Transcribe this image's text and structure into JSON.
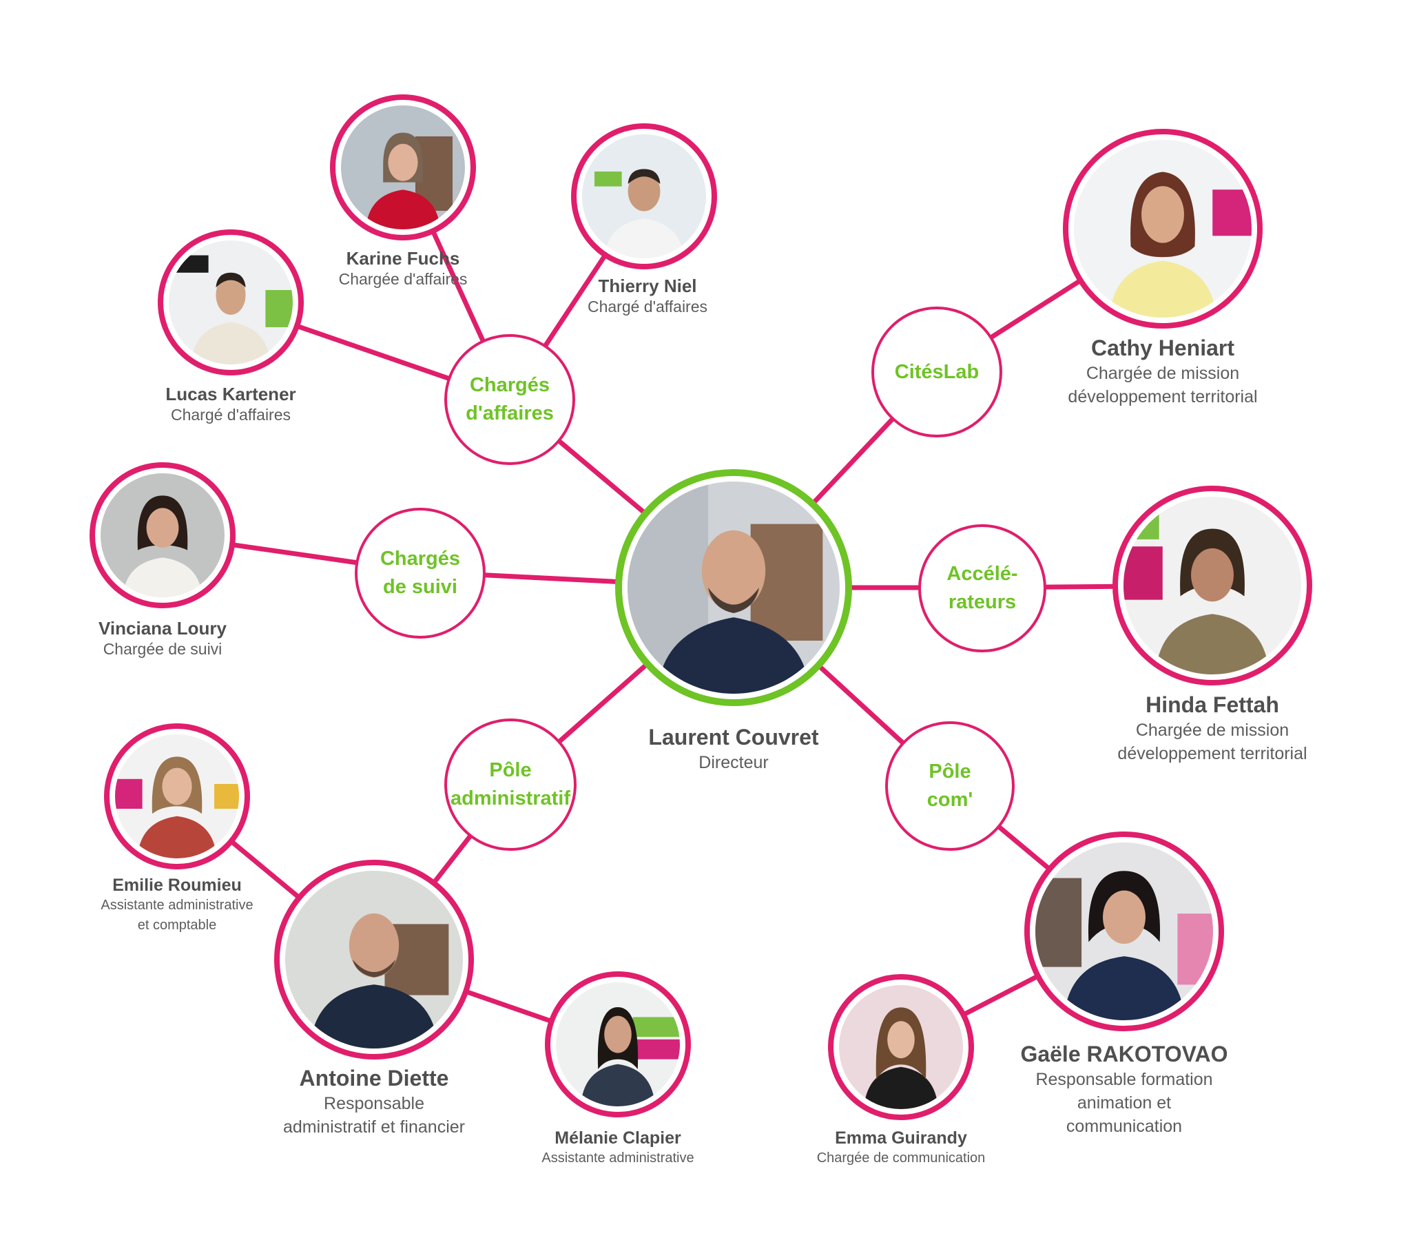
{
  "colors": {
    "accent": "#e01e6b",
    "hub_text": "#6ec325",
    "director_ring": "#6ec325",
    "caption_text": "#4f4f4f"
  },
  "hubs": {
    "charges_affaires": "Chargés\nd'affaires",
    "citeslab": "CitésLab",
    "charges_suivi": "Chargés\nde suivi",
    "accelerateurs": "Accélé-\nrateurs",
    "pole_admin": "Pôle\nadministratif",
    "pole_com": "Pôle\ncom'"
  },
  "people": {
    "laurent_couvret": {
      "name": "Laurent Couvret",
      "role": "Directeur"
    },
    "karine_fuchs": {
      "name": "Karine Fuchs",
      "role": "Chargée d'affaires"
    },
    "thierry_niel": {
      "name": "Thierry Niel",
      "role": "Chargé d'affaires"
    },
    "lucas_kartener": {
      "name": "Lucas Kartener",
      "role": "Chargé d'affaires"
    },
    "cathy_heniart": {
      "name": "Cathy Heniart",
      "role": "Chargée de mission\ndéveloppement territorial"
    },
    "vinciana_loury": {
      "name": "Vinciana Loury",
      "role": "Chargée de suivi"
    },
    "hinda_fettah": {
      "name": "Hinda Fettah",
      "role": "Chargée de mission\ndéveloppement territorial"
    },
    "emilie_roumieu": {
      "name": "Emilie Roumieu",
      "role": "Assistante administrative\net comptable"
    },
    "antoine_diette": {
      "name": "Antoine Diette",
      "role": "Responsable\nadministratif et financier"
    },
    "melanie_clapier": {
      "name": "Mélanie Clapier",
      "role": "Assistante administrative"
    },
    "emma_guirandy": {
      "name": "Emma Guirandy",
      "role": "Chargée de communication"
    },
    "gaele_rakotovao": {
      "name": "Gaële RAKOTOVAO",
      "role": "Responsable formation\nanimation et\ncommunication"
    }
  }
}
